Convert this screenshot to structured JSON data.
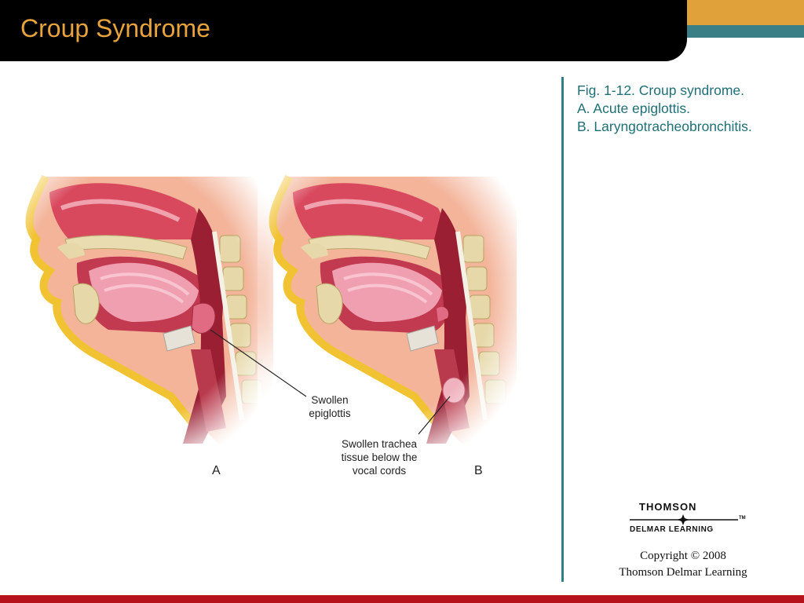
{
  "slide": {
    "title": "Croup Syndrome",
    "caption": {
      "line1": "Fig. 1-12.  Croup syndrome.",
      "line2": "A. Acute epiglottis.",
      "line3": "B. Laryngotracheobronchitis."
    },
    "figure": {
      "label_a": "A",
      "label_b": "B",
      "annotation_a_line1": "Swollen",
      "annotation_a_line2": "epiglottis",
      "annotation_b_line1": "Swollen trachea",
      "annotation_b_line2": "tissue below the",
      "annotation_b_line3": "vocal cords"
    },
    "logo": {
      "top": "THOMSON",
      "bottom": "DELMAR LEARNING",
      "tm": "TM"
    },
    "copyright": {
      "line1": "Copyright © 2008",
      "line2": "Thomson Delmar Learning"
    }
  },
  "colors": {
    "title": "#e8a33c",
    "header": "#000000",
    "accent_orange": "#e0a03a",
    "accent_teal": "#3a7f86",
    "caption": "#1f6f74",
    "bottom_bar": "#b5121b"
  }
}
